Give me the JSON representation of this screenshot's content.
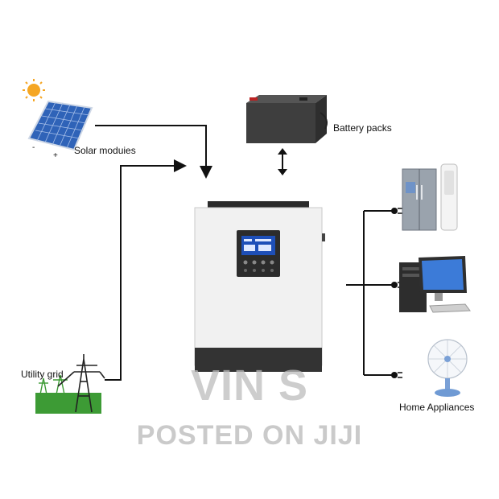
{
  "labels": {
    "solar": "Solar moduies",
    "battery": "Battery packs",
    "grid": "Utility grid",
    "appliances": "Home Appliances"
  },
  "watermark": {
    "line1": "VIN S",
    "line2": "POSTED ON JIJI"
  },
  "colors": {
    "line": "#111111",
    "panel_blue": "#2f63b8",
    "sun": "#f5a623",
    "inverter_body": "#f1f1f1",
    "screen": "#1e4fb8",
    "grass": "#3d9b35",
    "watermark": "#bdbdbd"
  }
}
